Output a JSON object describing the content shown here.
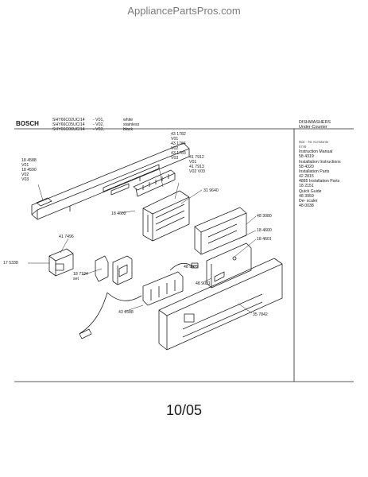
{
  "header": {
    "site": "AppliancePartsPros.com"
  },
  "title_block": {
    "brand": "BOSCH",
    "models": [
      "SHY66C02UC/14",
      "SHY66C05UC/14",
      "SHY66C06UC/14"
    ],
    "variants": [
      "- V01,",
      "- V02,",
      "- V03,"
    ],
    "colors": [
      "white",
      "stainless",
      "black"
    ],
    "product_type": "DISHWASHERS",
    "product_subtype": "Under-Counter"
  },
  "documents": {
    "header": "Mat. - Nr.     Konstante",
    "header_sub": "5748",
    "entries": [
      "Instruction Manual",
      "58 4319",
      "Installation Instructions",
      "58 4320",
      "Installation Parts",
      "42 2815",
      "4885 Installation Parts",
      "18 2151",
      "Quick Guide",
      "48 3959",
      "De- scaler",
      "48 0038"
    ]
  },
  "part_labels": {
    "p431782": [
      "43 1782",
      "V01",
      "43 1784",
      "V02",
      "43 1783",
      "V03"
    ],
    "p417912": [
      "41 7912",
      "V01",
      "41 7913",
      "V02  V03"
    ],
    "p184588": [
      "18 4588",
      "V01",
      "18 4590",
      "V02",
      "V03"
    ],
    "p319640": "31 9640",
    "p184602": "18 4602",
    "p483080": "48 3080",
    "p417496": "41 7496",
    "p184600": "18 4600",
    "p184601": "18 4601",
    "p175338": "17 5338",
    "p187184": [
      "18 7184",
      "set"
    ],
    "p489022": "48 9022",
    "p489021": "48 9021",
    "p431588": "43 1588",
    "p357842": "35 7842"
  },
  "footer": {
    "date_code": "10/05"
  }
}
